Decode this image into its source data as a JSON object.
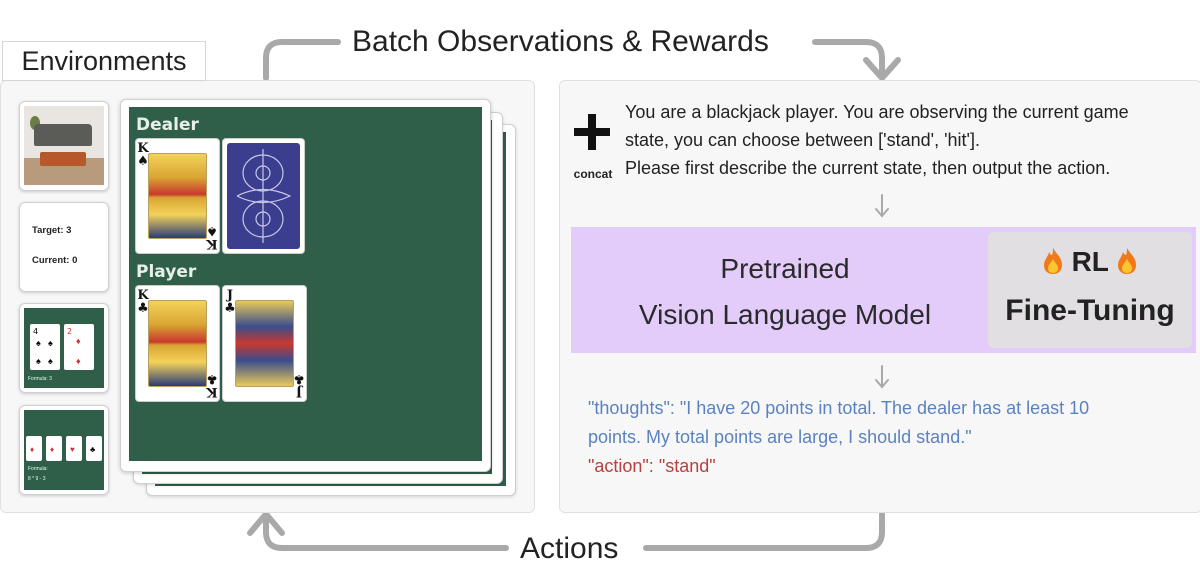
{
  "environments_label": "Environments",
  "loop": {
    "top_label": "Batch Observations & Rewards",
    "bottom_label": "Actions"
  },
  "thumbnails": {
    "text_env": {
      "target": "Target: 3",
      "current": "Current: 0"
    },
    "cards_env": {
      "formula": "Formula: 3"
    },
    "formula_env": {
      "formula_label": "Formula:",
      "formula_value": "8 * 9 - 3"
    }
  },
  "blackjack": {
    "dealer_label": "Dealer",
    "player_label": "Player",
    "dealer_cards": [
      {
        "rank": "K",
        "suit": "♠",
        "face_up": true
      },
      {
        "face_up": false
      }
    ],
    "player_cards": [
      {
        "rank": "K",
        "suit": "♣",
        "face_up": true
      },
      {
        "rank": "J",
        "suit": "♣",
        "face_up": true
      }
    ]
  },
  "prompt": {
    "concat_label": "concat",
    "line1": "You are a blackjack player. You are observing the current game",
    "line2": "state, you can choose between ['stand', 'hit'].",
    "line3": "Please first describe the current state, then output the action."
  },
  "model": {
    "line1": "Pretrained",
    "line2": "Vision Language Model",
    "rl_line1": "RL",
    "rl_line2": "Fine-Tuning",
    "box_color": "#e3ccfa",
    "rl_box_color": "#e1dfe2"
  },
  "output": {
    "thoughts_line1": "\"thoughts\": \"I have 20 points in total. The dealer has at least 10",
    "thoughts_line2": "points. My total points are large, I should stand.\"",
    "action_line": "\"action\": \"stand\"",
    "thoughts_color": "#5b82c0",
    "action_color": "#b8403e"
  }
}
